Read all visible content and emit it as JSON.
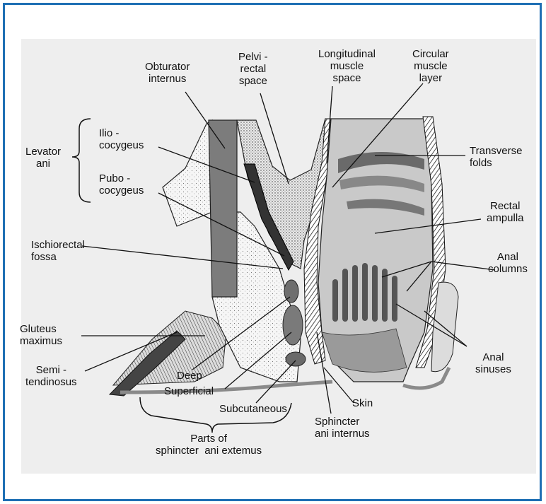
{
  "labels": {
    "obturator_internus": "Obturator\ninternus",
    "pelvi_rectal_space": "Pelvi -\nrectal\nspace",
    "longitudinal_muscle_space": "Longitudinal\nmuscle\nspace",
    "circular_muscle_layer": "Circular\nmuscle\nlayer",
    "levator_ani": "Levator\nani",
    "ilio_cocygeus": "Ilio -\ncocygeus",
    "pubo_cocygeus": "Pubo -\ncocygeus",
    "transverse_folds": "Transverse\nfolds",
    "rectal_ampulla": "Rectal\nampulla",
    "ischiorectal_fossa": "Ischiorectal\nfossa",
    "anal_columns": "Anal\ncolumns",
    "gluteus_maximus": "Gluteus\nmaximus",
    "anal_sinuses": "Anal\nsinuses",
    "semitendinosus": "Semi -\ntendinosus",
    "deep": "Deep",
    "superficial": "Superficial",
    "skin": "Skin",
    "subcutaneous": "Subcutaneous",
    "sphincter_ani_internus": "Sphincter\nani internus",
    "parts_of_sphincter": "Parts of\nsphincter  ani extemus"
  },
  "colors": {
    "frame": "#1e6fb4",
    "background": "#eeeeee",
    "fat_stipple": "#f4f4f4",
    "muscle_dark": "#7a7a7a",
    "rectal_wall": "#c8c8c8",
    "mucosa_dark": "#555555"
  }
}
